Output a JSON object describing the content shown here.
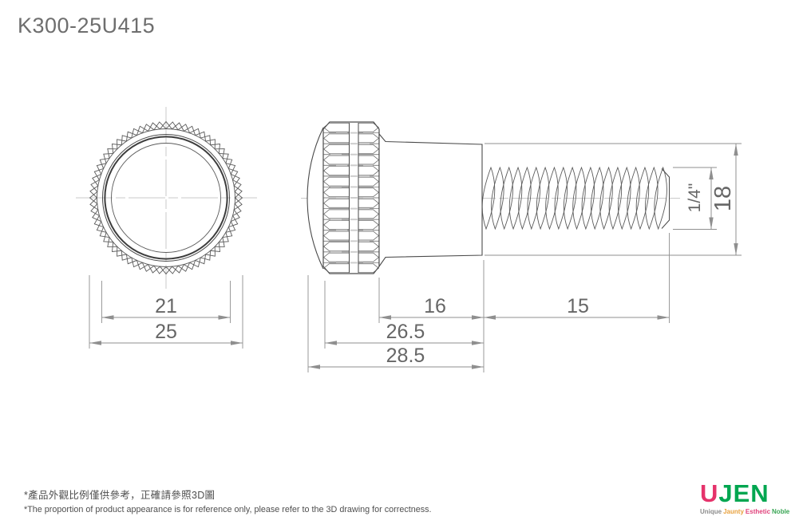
{
  "title": "K300-25U415",
  "dimensions": {
    "knob_inner_diameter": "21",
    "knob_outer_diameter": "25",
    "collar_length": "16",
    "thread_length": "15",
    "head_plus_collar_length": "26.5",
    "overall_length": "28.5",
    "thread_diameter": "1/4\"",
    "collar_diameter": "18"
  },
  "notes": {
    "zh": "*產品外觀比例僅供參考，正確請參照3D圖",
    "en": "*The proportion of product appearance is for reference only, please refer to the 3D drawing for correctness."
  },
  "logo": {
    "u": "U",
    "jen": "JEN",
    "u_color": "#e5336b",
    "jen_color": "#00a650",
    "tagline": [
      {
        "word": "Unique",
        "color": "#8c8c8c"
      },
      {
        "word": "Jaunty",
        "color": "#e8a13d"
      },
      {
        "word": "Esthetic",
        "color": "#e0407a"
      },
      {
        "word": "Noble",
        "color": "#3aa655"
      }
    ]
  },
  "colors": {
    "outline": "#4a4a4a",
    "detail": "#5a5a5a",
    "highlight": "#cdcdcd",
    "centerline": "#c9c9c9",
    "dimension": "#8f8f8f"
  }
}
